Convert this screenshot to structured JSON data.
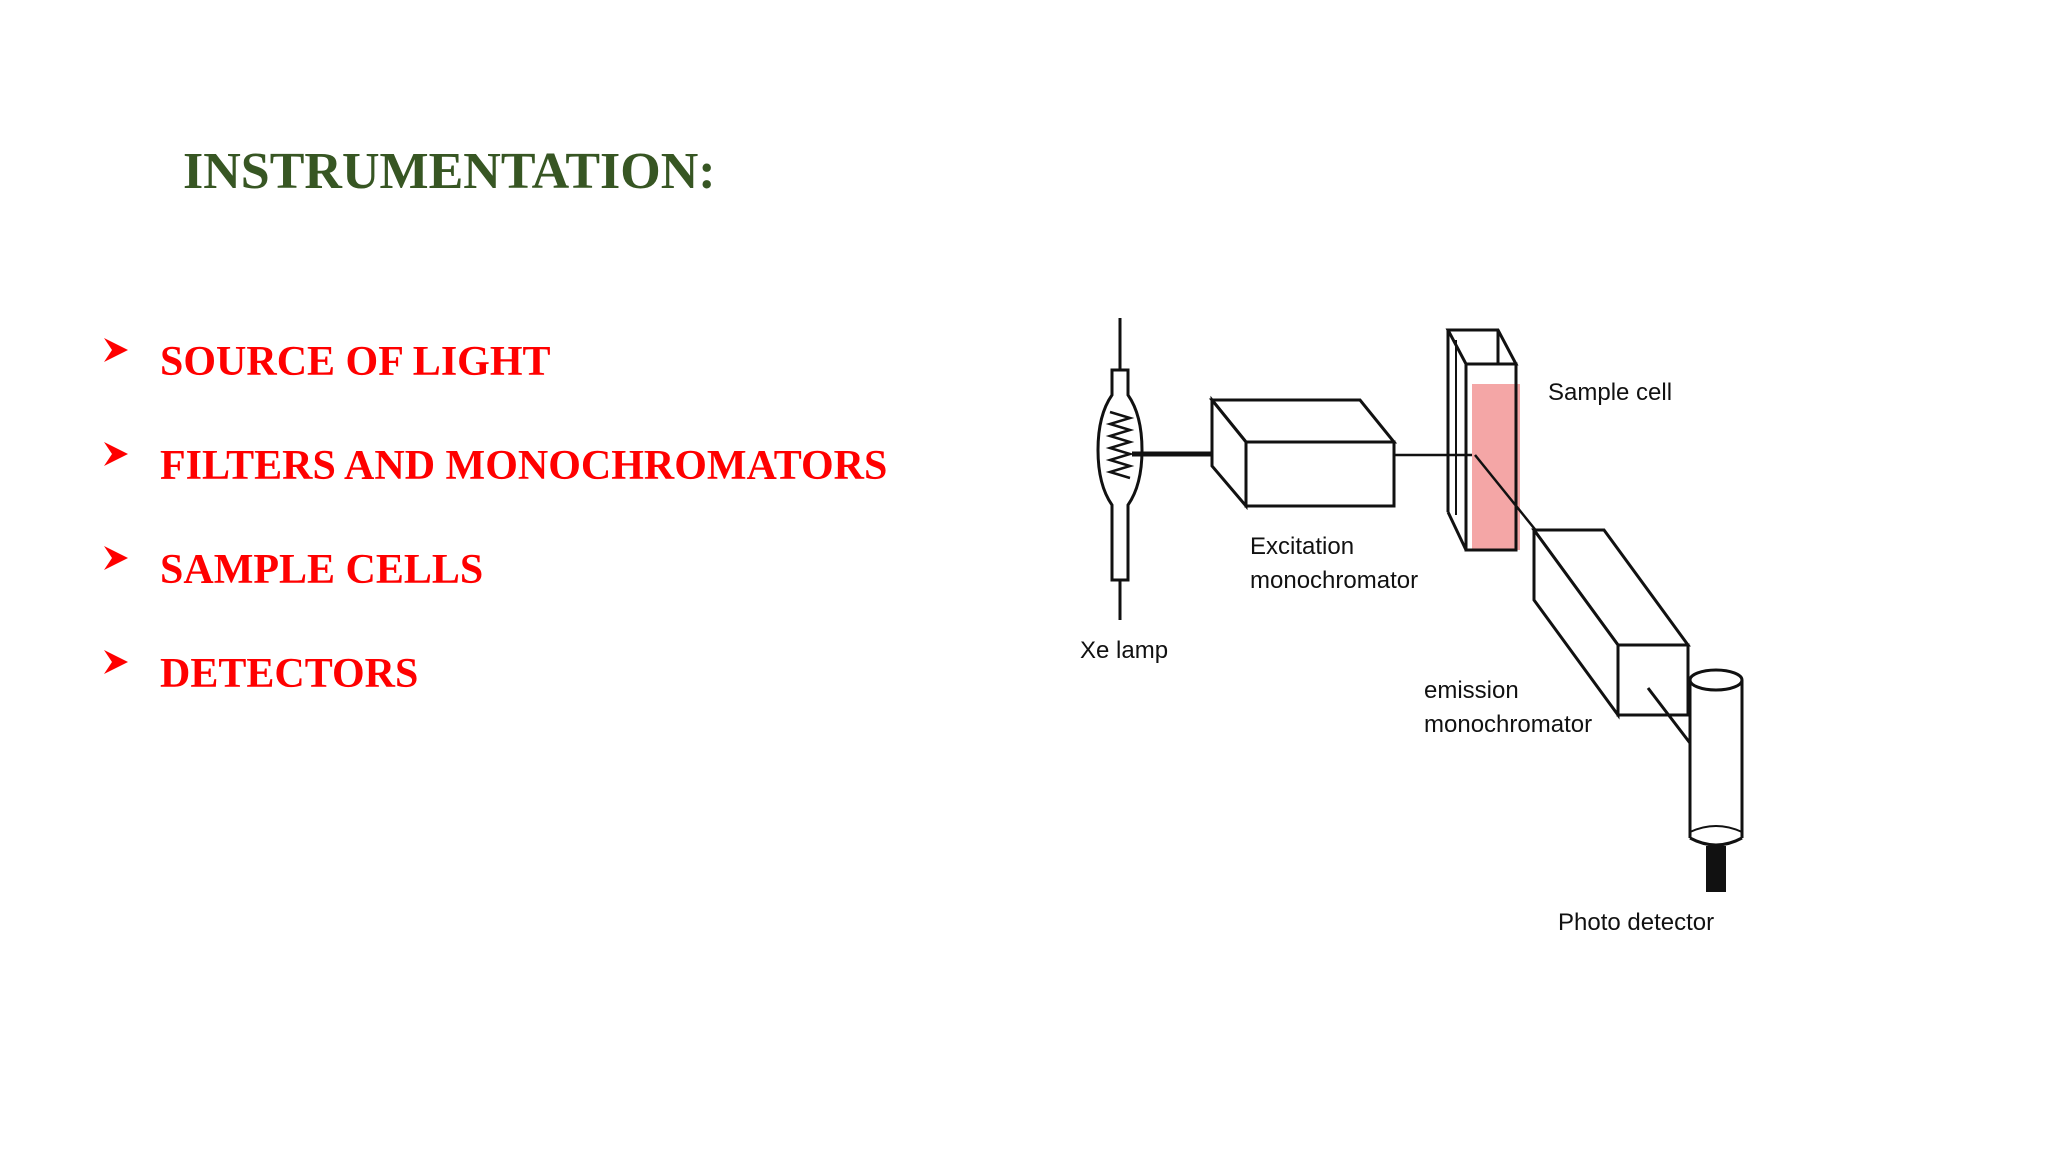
{
  "slide": {
    "title": "INSTRUMENTATION:",
    "title_color": "#375623",
    "bullet_color": "#ff0000",
    "bullet_icon": "arrow-bullet-icon",
    "bullets": [
      "SOURCE OF LIGHT",
      "FILTERS AND MONOCHROMATORS",
      "SAMPLE CELLS",
      "DETECTORS"
    ]
  },
  "diagram": {
    "labels": {
      "xe_lamp": "Xe lamp",
      "excitation_line1": "Excitation",
      "excitation_line2": "monochromator",
      "sample_cell": "Sample cell",
      "emission_line1": "emission",
      "emission_line2": "monochromator",
      "photo_detector": "Photo detector"
    },
    "sample_fill_color": "#f4a6a6"
  }
}
